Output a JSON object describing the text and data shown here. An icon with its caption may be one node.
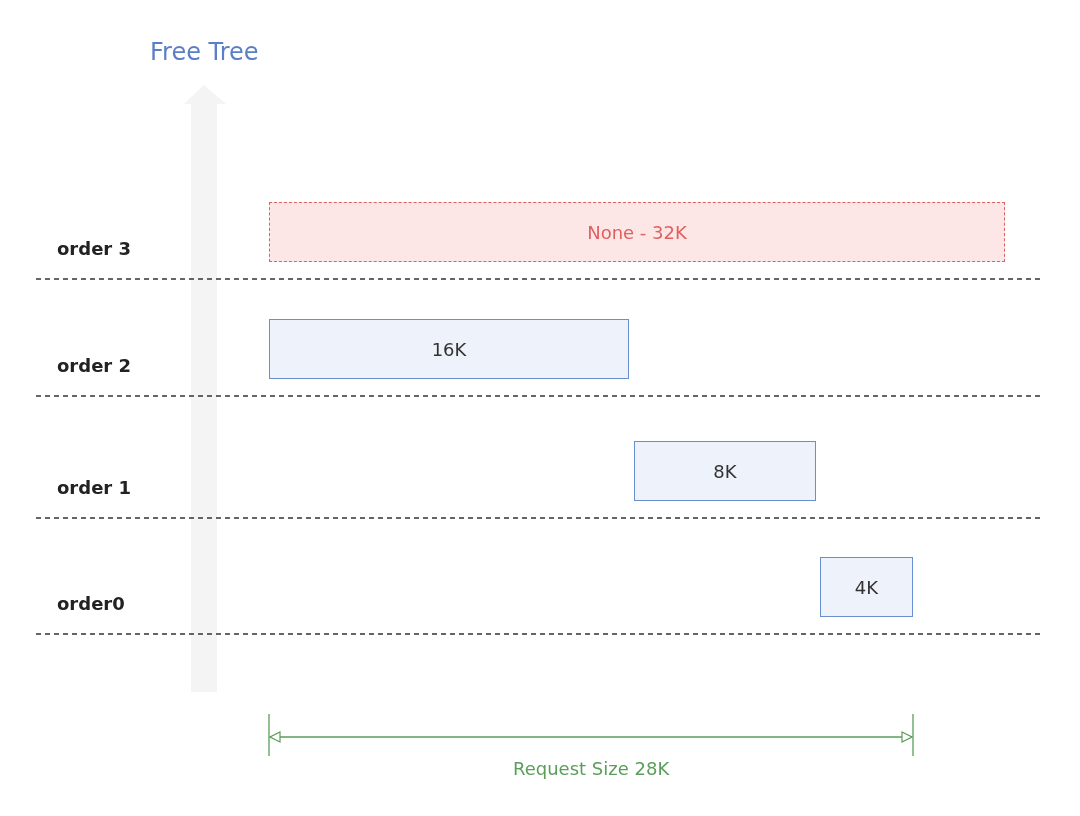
{
  "diagram": {
    "nodes": [
      {
        "text": [
          "None - 32K"
        ]
      },
      {
        "text": [
          "16K"
        ]
      },
      {
        "text": [
          "8K"
        ]
      },
      {
        "text": [
          "4K"
        ]
      }
    ],
    "labels": [
      "Free Tree",
      "order 3",
      "order 2",
      "order 1",
      "order0",
      "Request Size 28K"
    ]
  }
}
